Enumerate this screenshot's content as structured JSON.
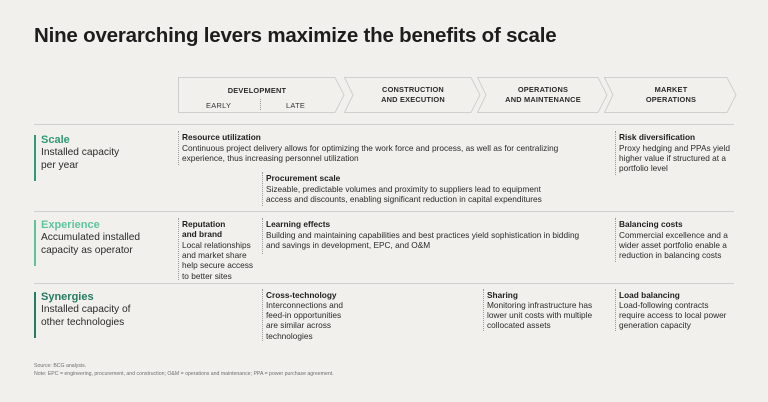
{
  "title": "Nine overarching levers maximize the benefits of scale",
  "phases": [
    {
      "label_lines": [
        "DEVELOPMENT"
      ],
      "sub_left": "EARLY",
      "sub_right": "LATE"
    },
    {
      "label_lines": [
        "CONSTRUCTION",
        "AND EXECUTION"
      ]
    },
    {
      "label_lines": [
        "OPERATIONS",
        "AND MAINTENANCE"
      ]
    },
    {
      "label_lines": [
        "MARKET",
        "OPERATIONS"
      ]
    }
  ],
  "rows": [
    {
      "name": "Scale",
      "desc": [
        "Installed capacity",
        "per year"
      ],
      "color": "#2f9a78"
    },
    {
      "name": "Experience",
      "desc": [
        "Accumulated installed",
        "capacity as operator"
      ],
      "color": "#5fc49c"
    },
    {
      "name": "Synergies",
      "desc": [
        "Installed capacity of",
        "other technologies"
      ],
      "color": "#267a63"
    }
  ],
  "levers": {
    "resource": {
      "title": "Resource utilization",
      "body": [
        "Continuous project delivery allows for optimizing the work force and process, as well as for centralizing",
        "experience, thus increasing personnel utilization"
      ]
    },
    "procurement": {
      "title": "Procurement scale",
      "body": [
        "Sizeable, predictable volumes and proximity to suppliers lead to equipment",
        "access and discounts, enabling significant reduction in capital expenditures"
      ]
    },
    "risk": {
      "title": "Risk diversification",
      "body": [
        "Proxy hedging and PPAs yield",
        "higher value if structured at a",
        "portfolio level"
      ]
    },
    "reputation": {
      "title_lines": [
        "Reputation",
        "and brand"
      ],
      "body": [
        "Local relationships",
        "and market share",
        "help secure access",
        "to better sites"
      ]
    },
    "learning": {
      "title": "Learning effects",
      "body": [
        "Building and maintaining capabilities and best practices yield sophistication in bidding",
        "and savings in development, EPC, and O&M"
      ]
    },
    "balancing": {
      "title": "Balancing costs",
      "body": [
        "Commercial excellence and a",
        "wider asset portfolio enable a",
        "reduction in balancing costs"
      ]
    },
    "crosstech": {
      "title": "Cross-technology",
      "body": [
        "Interconnections and",
        "feed-in opportunities",
        "are similar across",
        "technologies"
      ]
    },
    "sharing": {
      "title": "Sharing",
      "body": [
        "Monitoring infrastructure has",
        "lower unit costs with multiple",
        "collocated assets"
      ]
    },
    "load": {
      "title": "Load balancing",
      "body": [
        "Load-following contracts",
        "require access to local power",
        "generation capacity"
      ]
    }
  },
  "footnotes": {
    "source": "Source: BCG analysis.",
    "note": "Note: EPC = engineering, procurement, and construction; O&M = operations and maintenance; PPA = power purchase agreement."
  }
}
